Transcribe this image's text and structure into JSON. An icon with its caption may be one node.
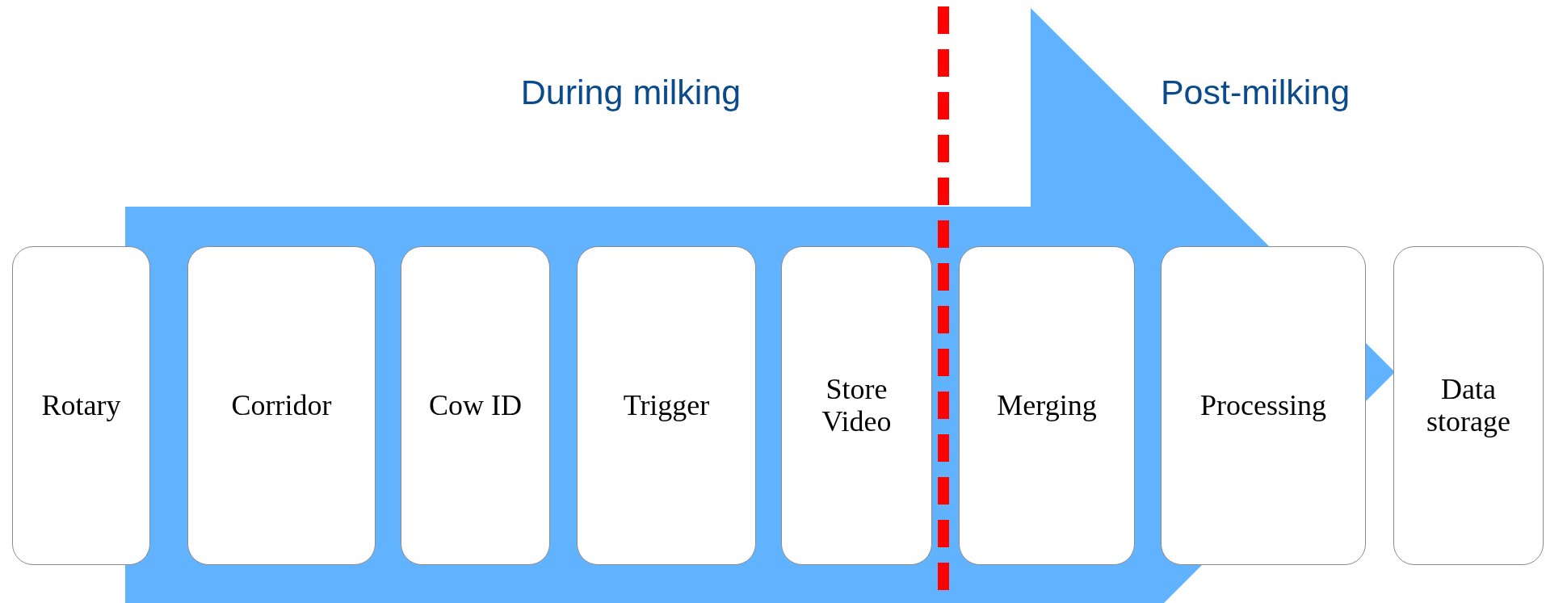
{
  "diagram": {
    "nodes": [
      {
        "text": [
          "Rotary"
        ]
      },
      {
        "text": [
          "Corridor"
        ]
      },
      {
        "text": [
          "Cow ID"
        ]
      },
      {
        "text": [
          "Trigger"
        ]
      },
      {
        "text": [
          "Store Video"
        ]
      },
      {
        "text": [
          "Merging"
        ]
      },
      {
        "text": [
          "Processing"
        ]
      },
      {
        "text": [
          "Data storage"
        ]
      }
    ],
    "labels": [
      "During milking",
      "Post-milking"
    ]
  }
}
